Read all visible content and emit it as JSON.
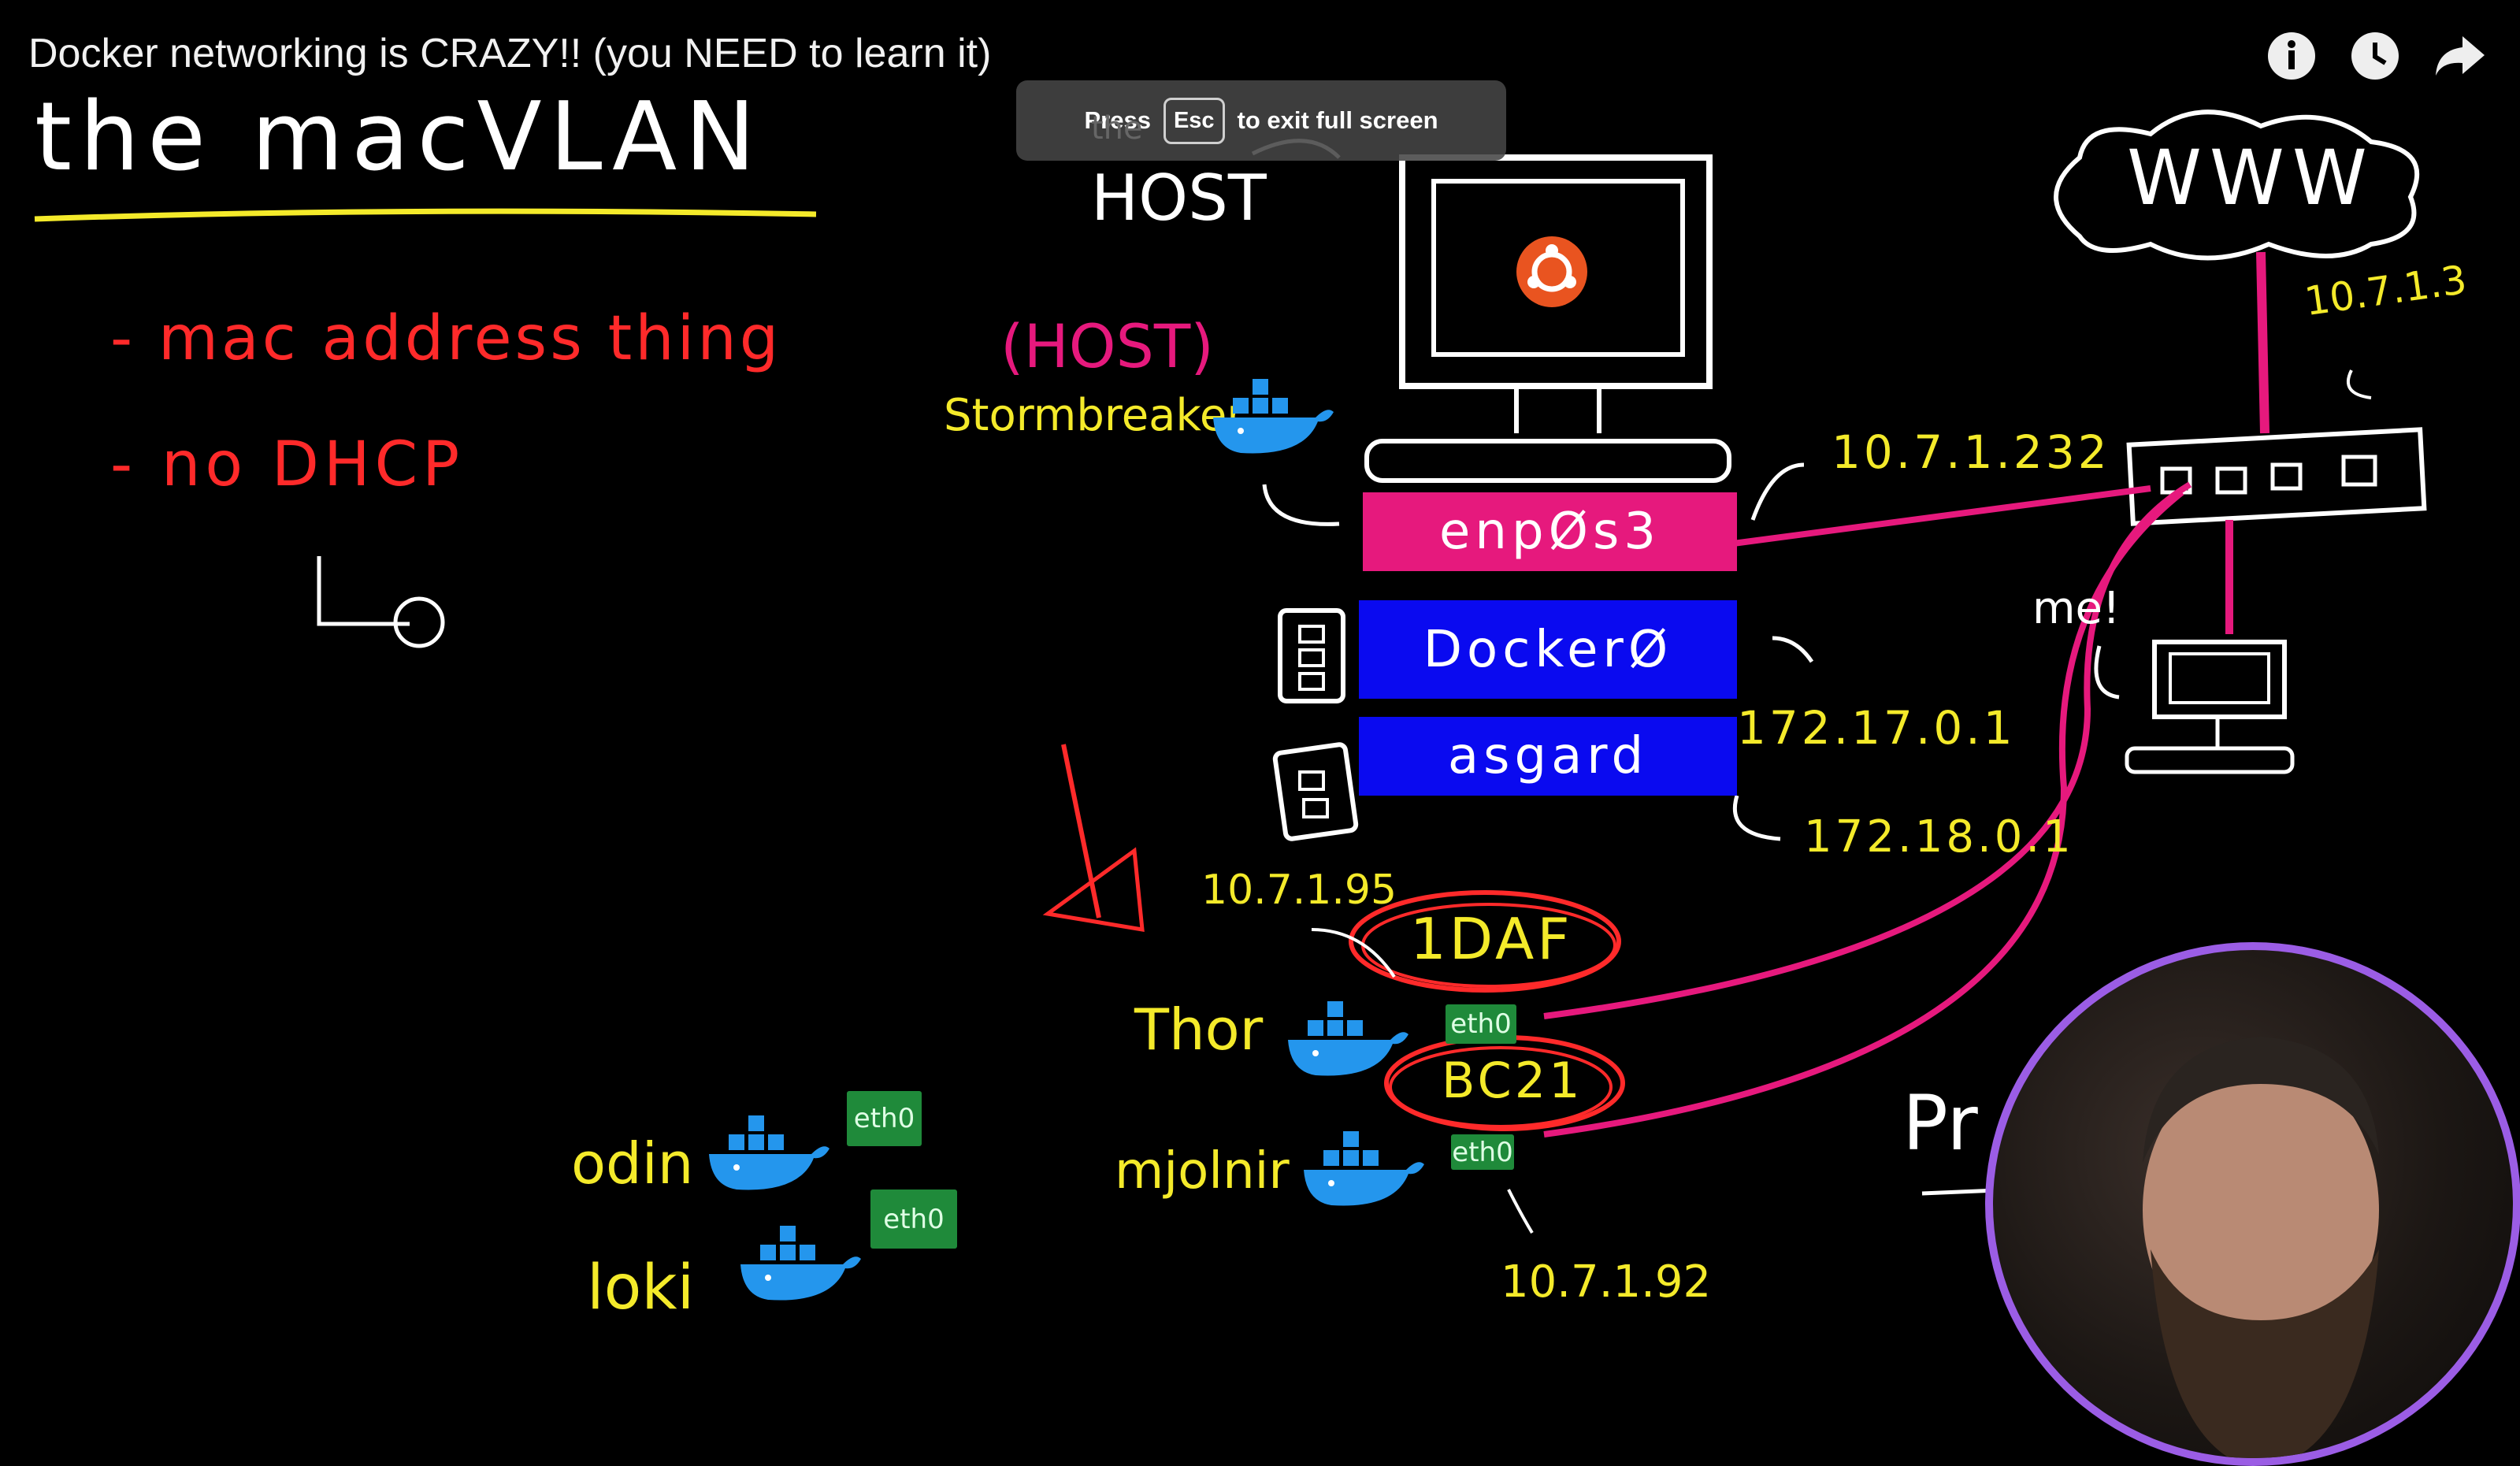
{
  "player": {
    "video_title": "Docker networking is CRAZY!! (you NEED to learn it)",
    "toast": {
      "press": "Press",
      "key": "Esc",
      "message": "to exit full screen"
    },
    "icons": [
      "info-icon",
      "watch-later-clock-icon",
      "share-arrow-icon"
    ]
  },
  "whiteboard": {
    "heading": "the macVLAN",
    "bullets": [
      "- mac address thing",
      "- no DHCP"
    ],
    "host_labels": {
      "host": "HOST",
      "host_strike": "the",
      "host_paren": "(HOST)"
    },
    "internet_cloud": "WWW",
    "interfaces": [
      {
        "name": "enpØs3",
        "color": "#e6197d"
      },
      {
        "name": "DockerØ",
        "color": "#0a0af0"
      },
      {
        "name": "asgard",
        "color": "#0a0af0"
      }
    ],
    "ip_addresses": {
      "host_ip": "10.7.1.232",
      "router_ip": "10.7.1.3",
      "docker0_ip": "172.17.0.1",
      "asgard_ip": "172.18.0.1",
      "thor_ip": "10.7.1.95",
      "mjolnir_ip": "10.7.1.92"
    },
    "mac_tags": [
      "1DAF",
      "BC21"
    ],
    "me_label": "me!",
    "partial_text": "Pr",
    "containers": [
      {
        "name": "Stormbreaker",
        "color": "#f4ea2a"
      },
      {
        "name": "Thor",
        "color": "#f4ea2a",
        "eth": "eth0"
      },
      {
        "name": "mjolnir",
        "color": "#f4ea2a",
        "eth": "eth0"
      },
      {
        "name": "odin",
        "color": "#f4ea2a",
        "eth": "eth0"
      },
      {
        "name": "loki",
        "color": "#f4ea2a",
        "eth": "eth0"
      }
    ],
    "colors": {
      "yellow": "#f4ea2a",
      "red": "#ff2a2a",
      "magenta": "#e6197d",
      "blue": "#0a0af0",
      "white": "#ffffff",
      "green": "#1f8a3a",
      "docker_blue": "#2496ed"
    }
  }
}
